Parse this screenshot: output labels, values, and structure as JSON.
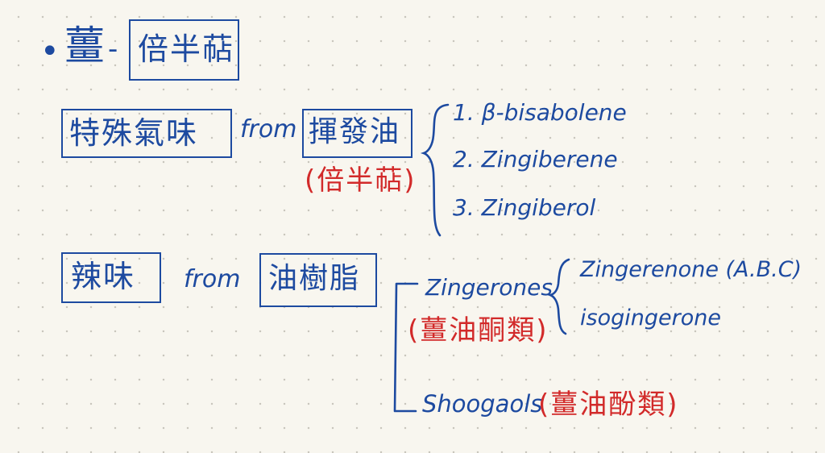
{
  "heading": {
    "bullet": "•",
    "subject": "薑",
    "dash": "-",
    "boxed_term": "倍半萜"
  },
  "row1": {
    "boxed_term": "特殊氣味",
    "from": "from",
    "source_boxed": "揮發油",
    "source_note": "(倍半萜)",
    "items": [
      "1. β-bisabolene",
      "2. Zingiberene",
      "3. Zingiberol"
    ]
  },
  "row2": {
    "boxed_term": "辣味",
    "from": "from",
    "source_boxed": "油樹脂",
    "groups": [
      {
        "label": "Zingerones",
        "note": "(薑油酮類)",
        "items": [
          "Zingerenone (A.B.C)",
          "isogingerone"
        ]
      },
      {
        "label": "Shoogaols",
        "note": "(薑油酚類)"
      }
    ]
  },
  "colors": {
    "ink_blue": "#1d4aa0",
    "ink_red": "#d22a2a",
    "paper": "#f8f6ef",
    "dot": "#c9c6bd"
  }
}
